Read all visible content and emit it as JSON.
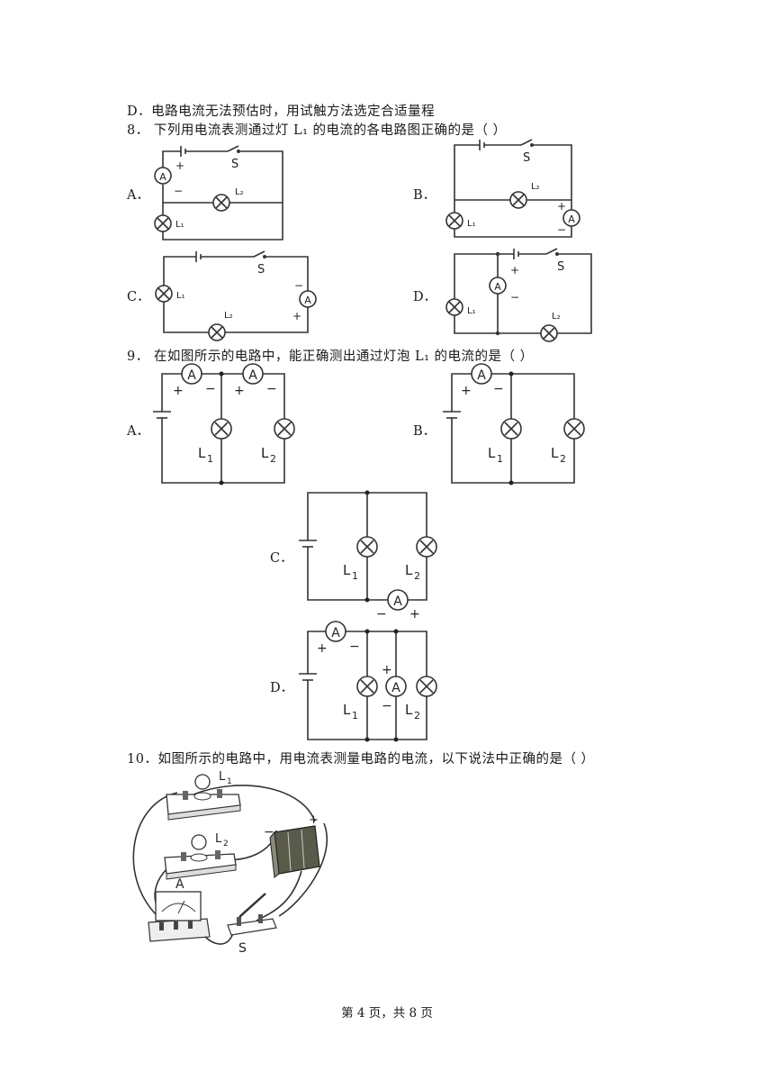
{
  "lines": {
    "d7": "D．电路电流无法预估时，用试触方法选定合适量程",
    "q8": "8．  下列用电流表测通过灯 L₁ 的电流的各电路图正确的是（          ）",
    "q9": "9．  在如图所示的电路中，能正确测出通过灯泡 L₁ 的电流的是（          ）",
    "q10": "10．如图所示的电路中，用电流表测量电路的电流，以下说法中正确的是（          ）"
  },
  "options": {
    "a": "A．",
    "b": "B．",
    "c": "C．",
    "d": "D．"
  },
  "symbols": {
    "ammeter": "A",
    "switch": "S",
    "plus": "+",
    "minus": "−",
    "l1": "L₁",
    "l2": "L₂",
    "l1_main": "L",
    "l2_main": "L",
    "sub1": "1",
    "sub2": "2"
  },
  "footer": "第 4 页，共 8 页"
}
